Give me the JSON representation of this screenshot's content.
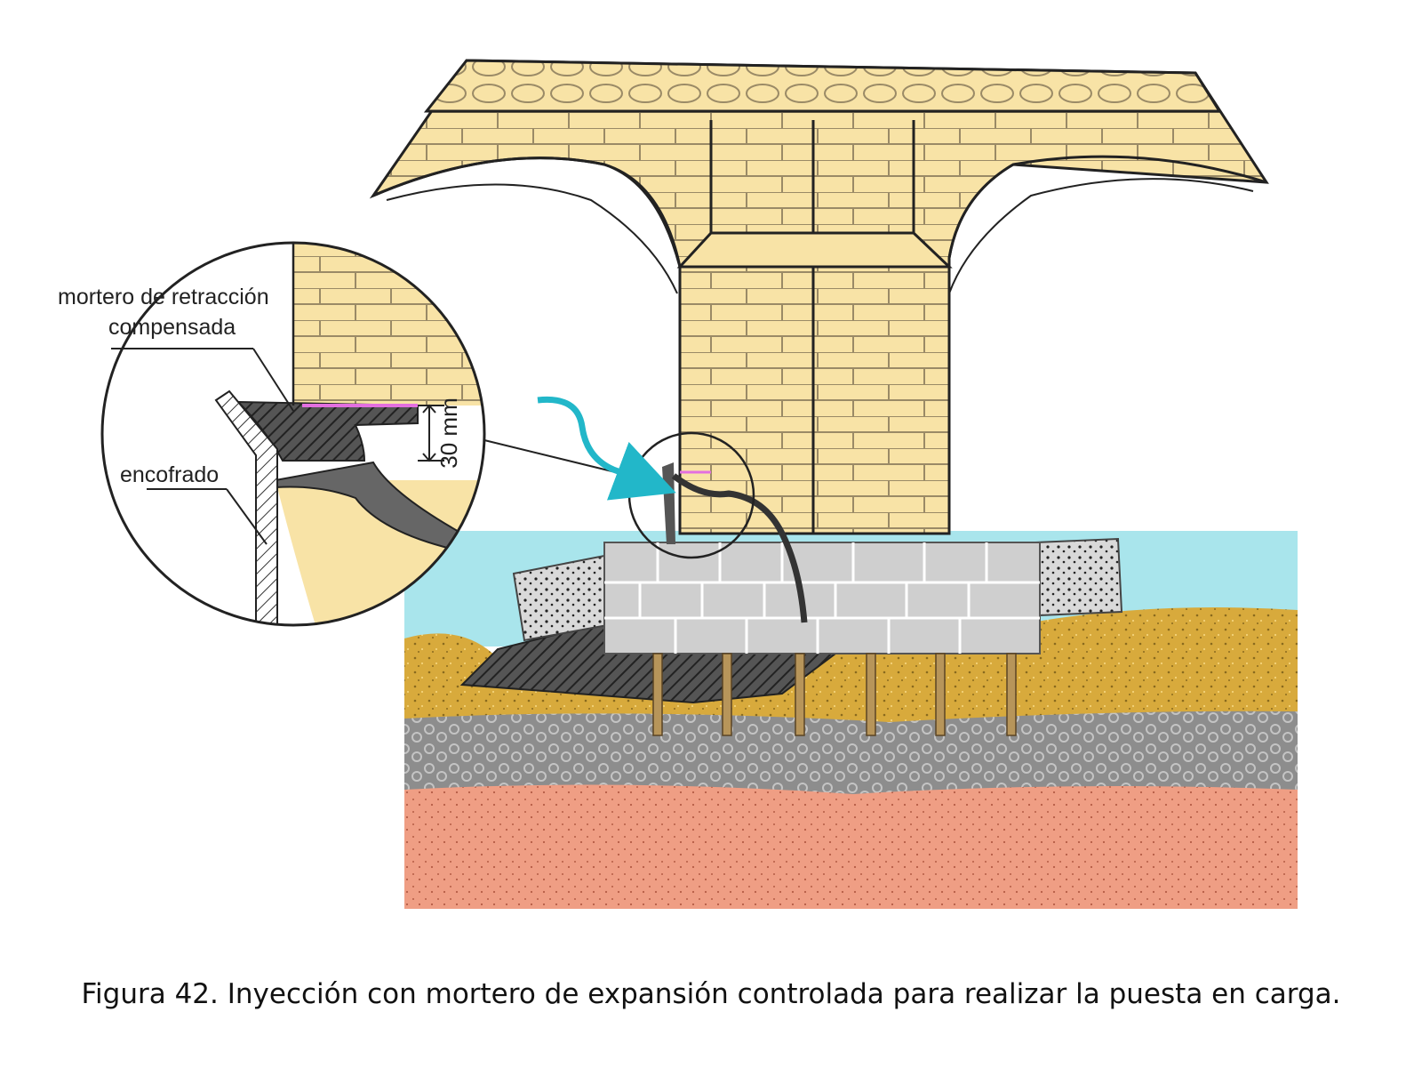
{
  "figure": {
    "labels": {
      "mortar_line1": "mortero de retracción",
      "mortar_line2": "compensada",
      "formwork": "encofrado",
      "gap": "30 mm"
    },
    "colors": {
      "masonry": "#f8e3a6",
      "masonry_joint": "#9a8a66",
      "water": "#a9e5ec",
      "sand": "#d8aa3c",
      "gravel": "#8d8d8d",
      "clay": "#ef9e84",
      "foundation_stone": "#cdcdcd",
      "pile": "#b7955a",
      "injection_arrow": "#22b7c9",
      "mortar_mark": "#e36fe0"
    },
    "icons": {
      "injection": "injection-arrow-icon"
    }
  },
  "caption": "Figura 42. Inyección con mortero de expansión controlada para realizar la puesta en carga."
}
